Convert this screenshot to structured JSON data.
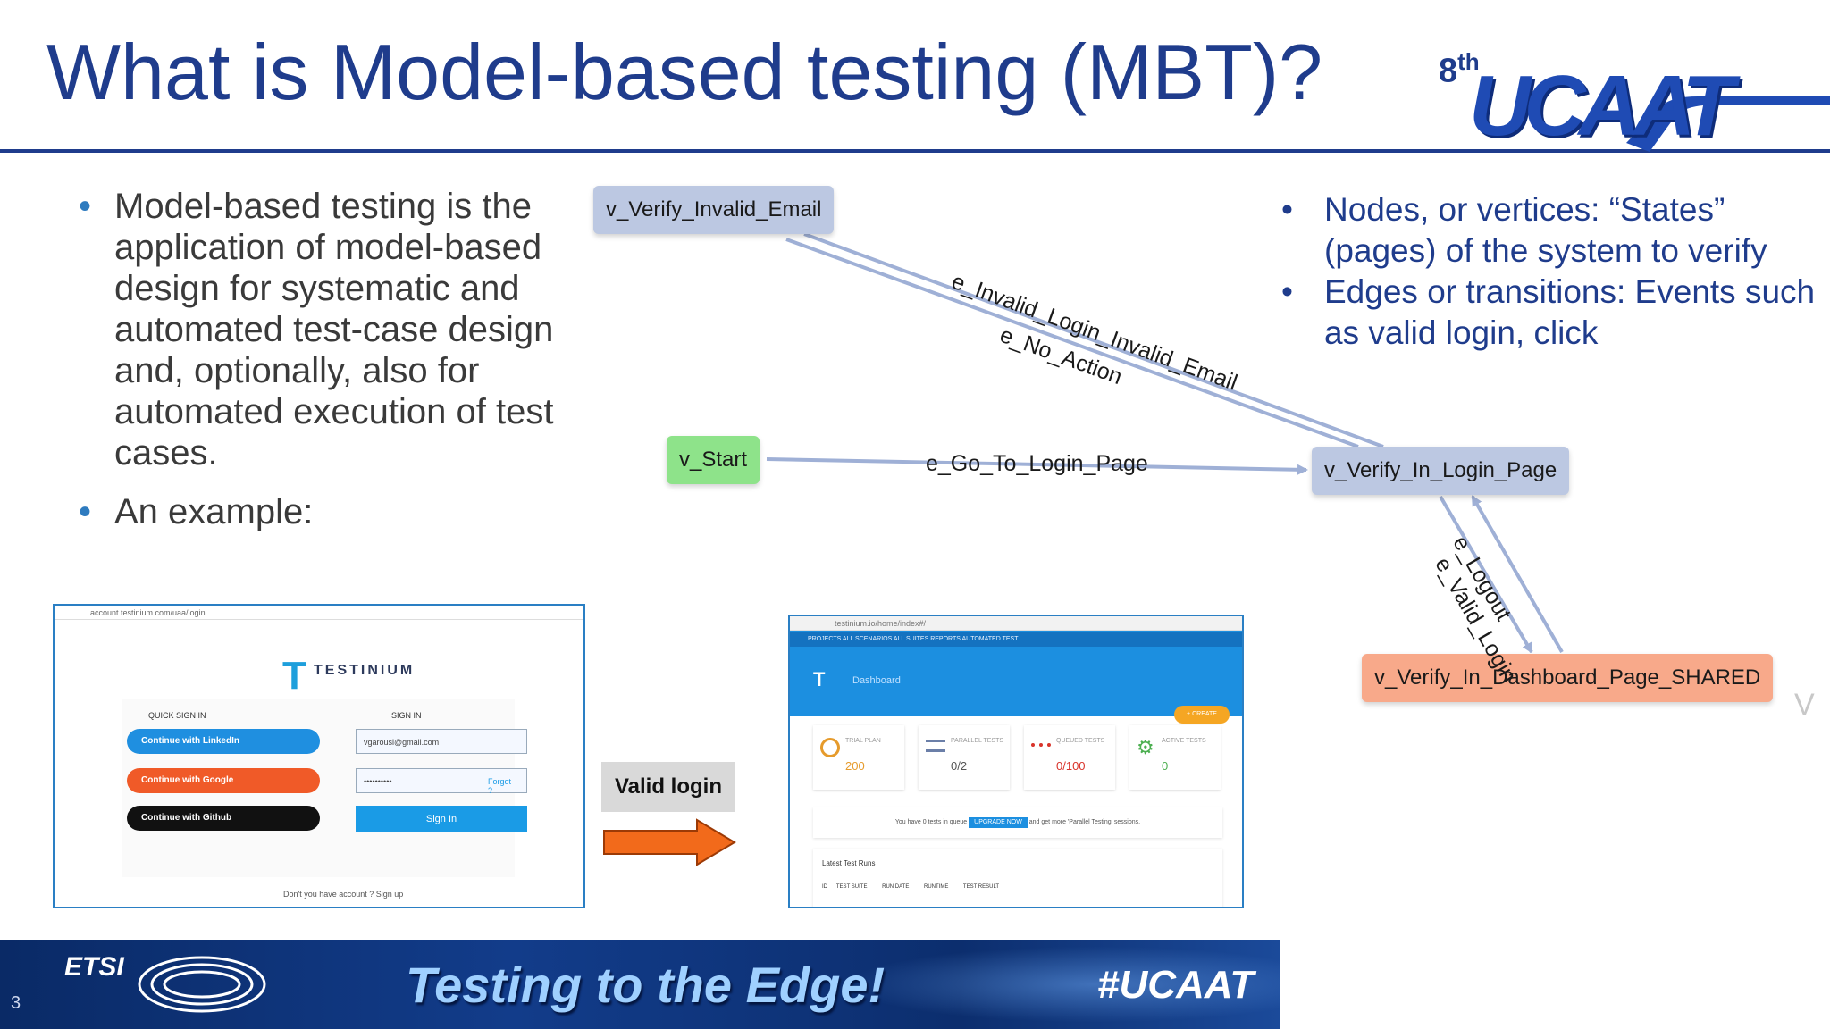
{
  "slide": {
    "title": "What is Model-based testing (MBT)?",
    "page_number": "3"
  },
  "logo": {
    "edition": "8",
    "edition_suffix": "th",
    "name": "UCAAT"
  },
  "left_bullets": [
    "Model-based testing is the application of model-based design for systematic and automated test-case design and, optionally, also for automated execution of test cases.",
    "An example:"
  ],
  "right_bullets": [
    "Nodes, or vertices: “States” (pages) of the system to verify",
    "Edges or transitions: Events such as valid login, click"
  ],
  "graph": {
    "nodes": {
      "verify_invalid_email": "v_Verify_Invalid_Email",
      "start": "v_Start",
      "verify_login_page": "v_Verify_In_Login_Page",
      "verify_dashboard": "v_Verify_In_Dashboard_Page_SHARED"
    },
    "edges": {
      "invalid_login": "e_Invalid_Login_Invalid_Email",
      "no_action": "e_No_Action",
      "go_to_login": "e_Go_To_Login_Page",
      "logout": "e_Logout",
      "valid_login": "e_Valid_Login"
    }
  },
  "login_screenshot": {
    "address": "account.testinium.com/uaa/login",
    "brand_letter": "T",
    "brand_name": "TESTINIUM",
    "quick_sign_in": "QUICK SIGN IN",
    "sign_in": "SIGN IN",
    "linkedin": "Continue with LinkedIn",
    "google": "Continue with Google",
    "github": "Continue with Github",
    "email_value": "vgarousi@gmail.com",
    "password_value": "••••••••••",
    "forgot": "Forgot ?",
    "sign_in_button": "Sign In",
    "signup_prompt": "Don't you have account ? Sign up"
  },
  "dashboard_screenshot": {
    "address": "testinium.io/home/index#/",
    "tabs": "PROJECTS   ALL SCENARIOS   ALL SUITES   REPORTS   AUTOMATED TEST",
    "brand_letter": "T",
    "title": "Dashboard",
    "create": "+ CREATE",
    "stats": [
      {
        "label": "TRIAL PLAN",
        "value": "200"
      },
      {
        "label": "PARALLEL TESTS",
        "value": "0/2"
      },
      {
        "label": "QUEUED TESTS",
        "value": "0/100"
      },
      {
        "label": "ACTIVE TESTS",
        "value": "0"
      }
    ],
    "notice_pre": "You have 0 tests in queue",
    "upgrade": "UPGRADE NOW",
    "notice_post": "and get more 'Parallel Testing' sessions.",
    "runs_title": "Latest Test Runs",
    "runs_cols": "ID      TEST SUITE          RUN DATE          RUNTIME          TEST RESULT"
  },
  "transition_label": "Valid login",
  "footer": {
    "org": "ETSI",
    "tagline": "Testing to the Edge!",
    "hashtag": "#UCAAT"
  },
  "side_mark": "V",
  "colors": {
    "title_blue": "#1f3c8c",
    "bullet_accent": "#2e7bbf",
    "node_blue": "#bcc8e2",
    "node_green": "#8ee38a",
    "node_orange": "#f8a98a",
    "edge_color": "#9fb0d6",
    "arrow_orange": "#f26a1b",
    "footer_navy": "#0a2a66"
  }
}
